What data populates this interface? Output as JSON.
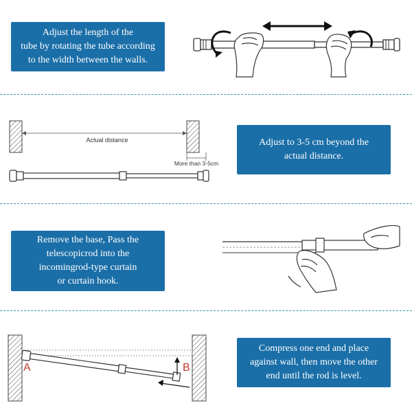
{
  "steps": [
    {
      "instruction": "Adjust the length of the\ntube by rotating the tube according\nto the width between the walls."
    },
    {
      "instruction": "Adjust to 3-5 cm beyond the\nactual distance.",
      "label_actual": "Actual distance",
      "label_more": "More than 3-5cm"
    },
    {
      "instruction": "Remove the base, Pass the\ntelescopicrod into the\nincomingrod-type curtain\nor curtain hook."
    },
    {
      "instruction": "Compress one end and place\nagainst wall, then move the other\nend until the rod is level.",
      "label_a": "A",
      "label_b": "B"
    }
  ],
  "colors": {
    "panel": "#1b6fa8",
    "divider": "#3a97a8",
    "label_red": "#c0392b"
  }
}
